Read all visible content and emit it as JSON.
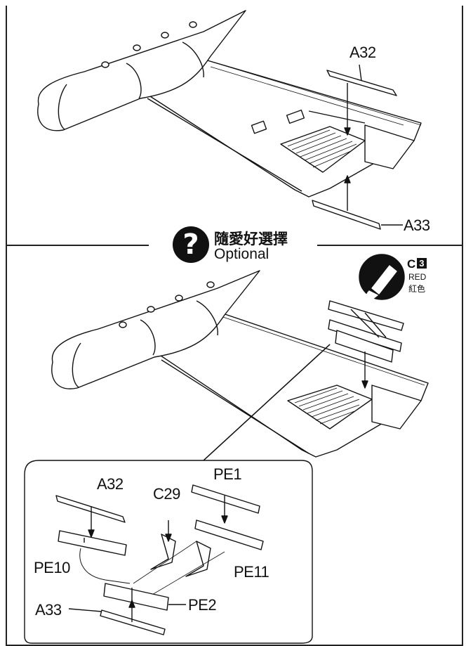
{
  "step_top": {
    "labels": {
      "a32": "A32",
      "a33": "A33"
    }
  },
  "optional": {
    "label_zh": "隨愛好選擇",
    "label_en": "Optional",
    "icon": "question-icon"
  },
  "paint": {
    "code_letter": "C",
    "code_number": "3",
    "color_en": "RED",
    "color_zh": "紅色",
    "icon": "paintbrush-icon"
  },
  "detail_inset": {
    "labels": {
      "a32": "A32",
      "c29": "C29",
      "pe1": "PE1",
      "pe10": "PE10",
      "pe11": "PE11",
      "pe2": "PE2",
      "a33": "A33"
    }
  }
}
